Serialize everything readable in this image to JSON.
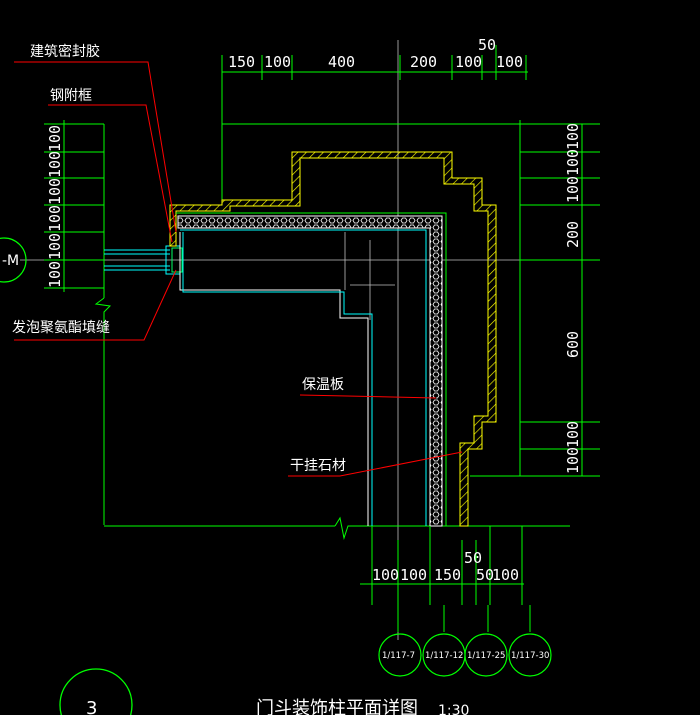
{
  "drawing": {
    "labels": {
      "sealant": "建筑密封胶",
      "steel_frame": "钢附框",
      "foam_fill": "发泡聚氨酯填缝",
      "insulation": "保温板",
      "dry_hang_stone": "干挂石材"
    },
    "top_dims": [
      "150",
      "100",
      "400",
      "200",
      "100",
      "100"
    ],
    "top_dim_extra": "50",
    "bottom_dims": [
      "100",
      "100",
      "150",
      "50",
      "100"
    ],
    "bottom_dim_extra": "50",
    "left_dims": [
      "100",
      "100",
      "100",
      "100",
      "100",
      "100"
    ],
    "right_dims": [
      "100",
      "100",
      "100",
      "200",
      "600",
      "100",
      "100"
    ],
    "axis_tags": [
      "1/117-7",
      "1/117-12",
      "1/117-25",
      "1/117-30"
    ],
    "left_axis_label": "-M",
    "detail_number": "3",
    "title": "门斗装饰柱平面详图",
    "scale": "1:30",
    "colors": {
      "background": "#000000",
      "dimension": "#00ff00",
      "leader": "#ff0000",
      "stone": "#ffff00",
      "glass": "#00ffff",
      "axis": "#c0c0c0"
    }
  }
}
